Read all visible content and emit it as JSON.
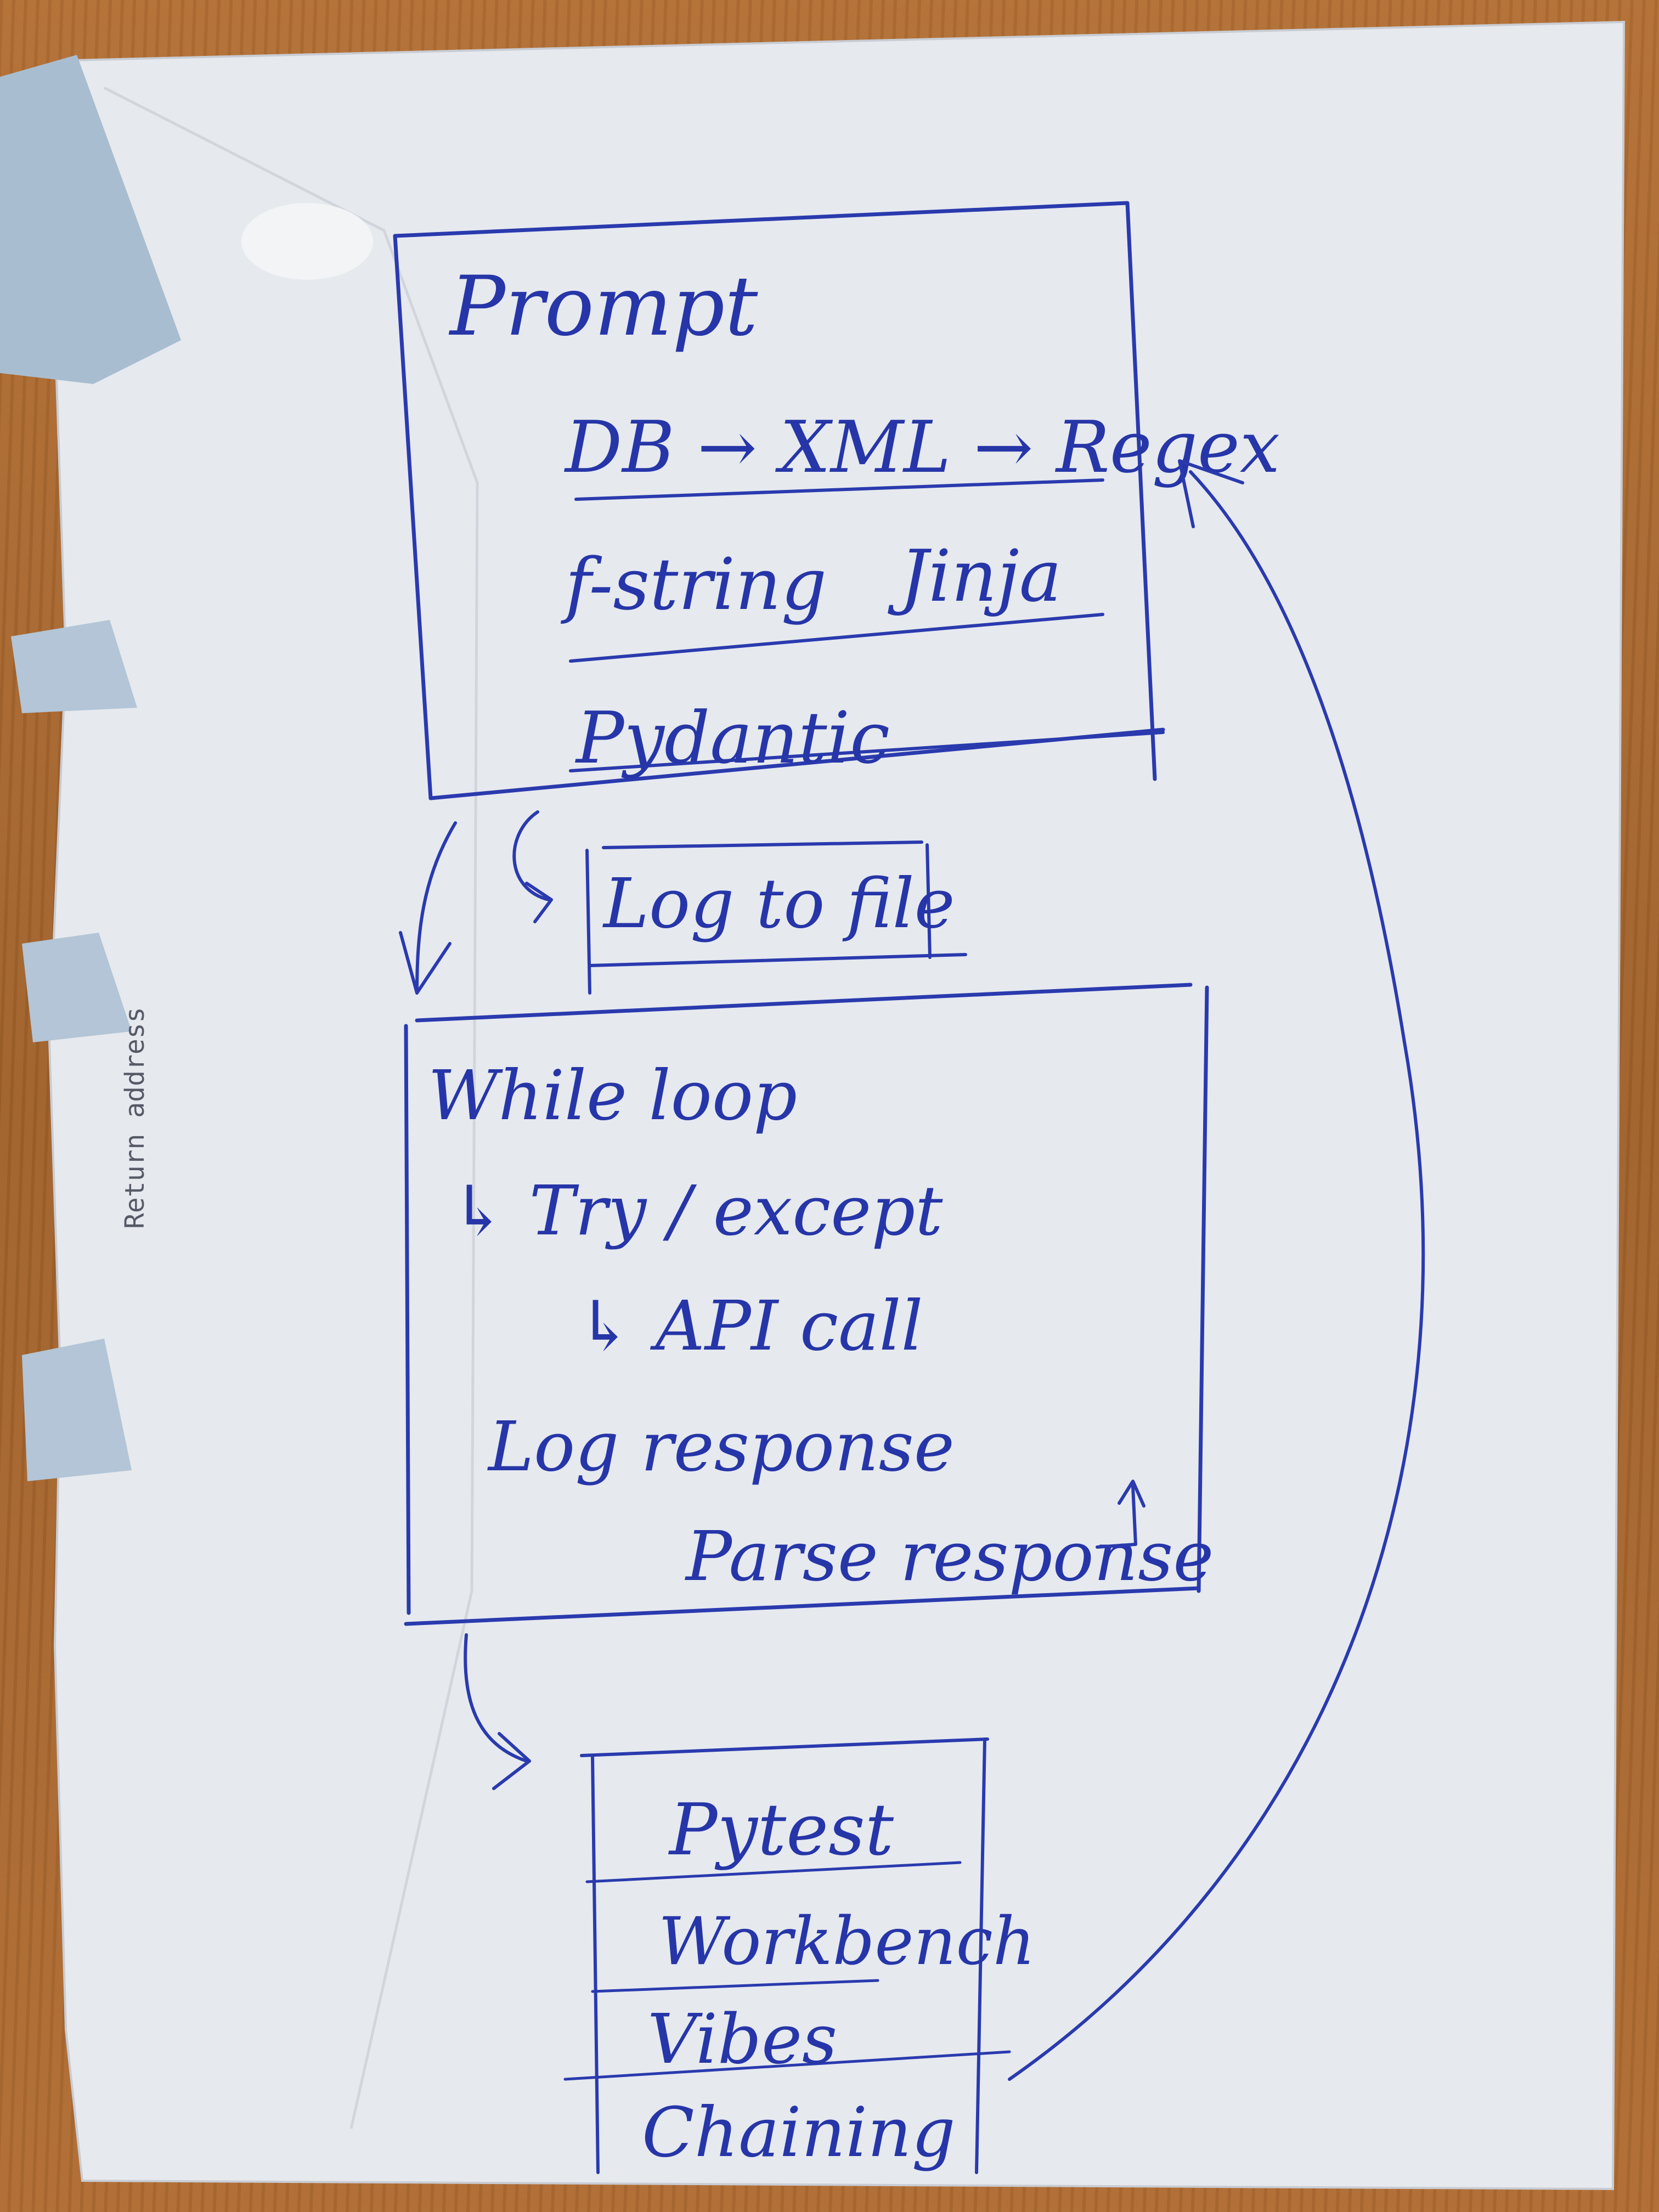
{
  "envelope": {
    "return_address_label": "Return address"
  },
  "prompt_box": {
    "title": "Prompt",
    "row1": "DB → XML → Regex",
    "row2_left": "f-string",
    "row2_right": "Jinja",
    "row3": "Pydantic"
  },
  "log_box": {
    "label": "Log to file"
  },
  "loop_box": {
    "line1": "While   loop",
    "line2": "↳ Try / except",
    "line3": "↳      API call",
    "line4": "Log response",
    "line5": "Parse response"
  },
  "test_box": {
    "rows": [
      "Pytest",
      "Workbench",
      "Vibes",
      "Chaining"
    ]
  },
  "colors": {
    "ink": "#2a3aae",
    "paper": "#e9ecf1",
    "wood": "#a8672f"
  }
}
